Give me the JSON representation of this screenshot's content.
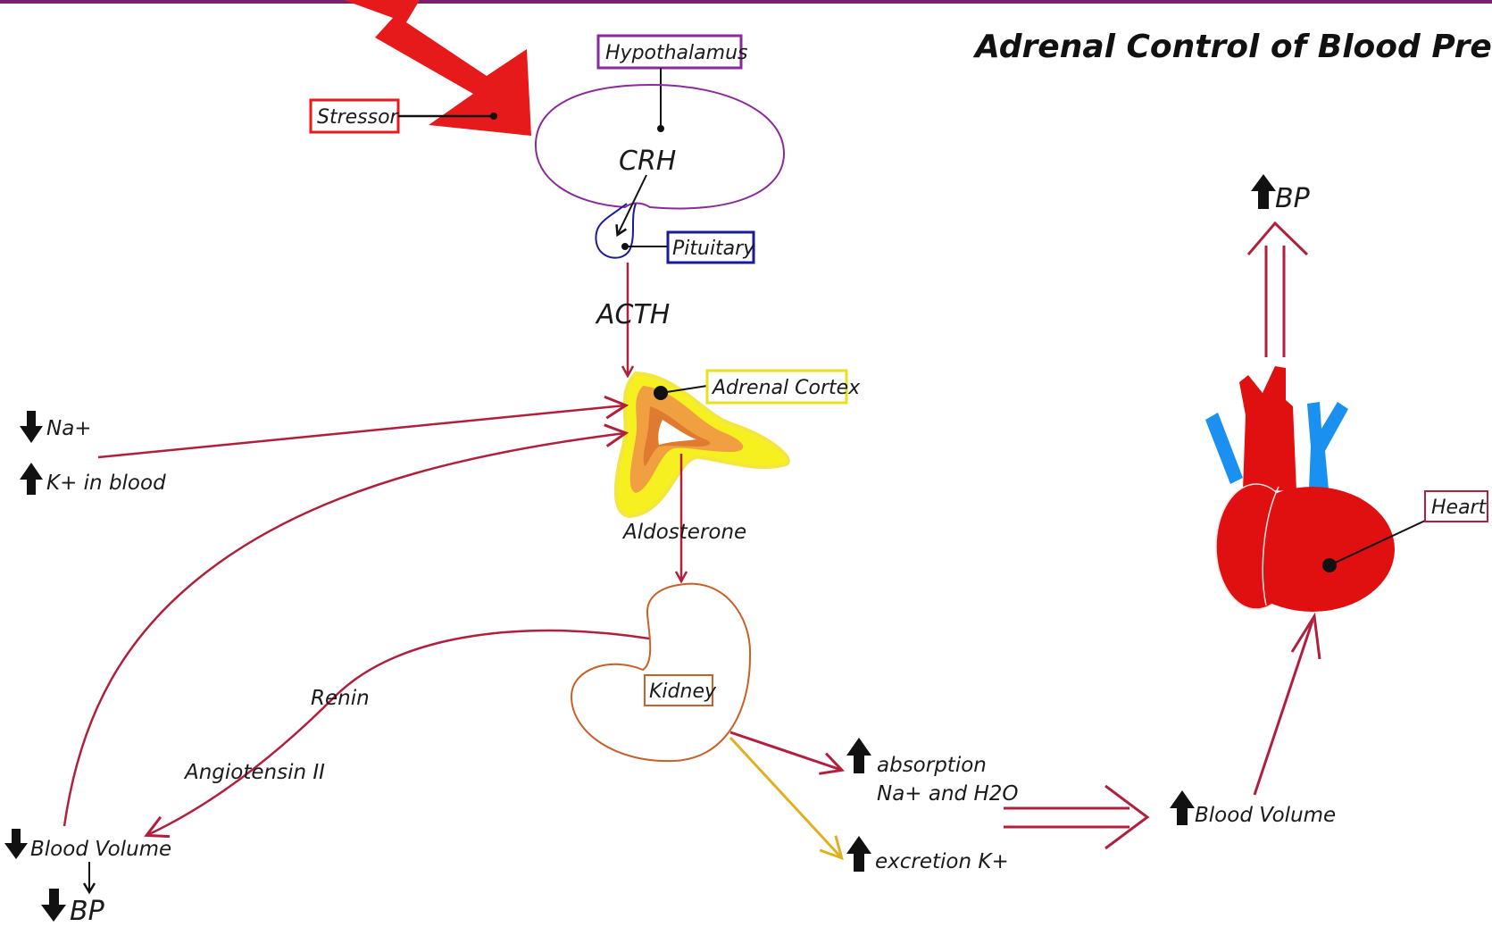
{
  "title": "Adrenal Control of Blood Pressu",
  "labels": {
    "hypothalamus": "Hypothalamus",
    "stressor": "Stressor",
    "crh": "CRH",
    "pituitary": "Pituitary",
    "acth": "ACTH",
    "adrenal_cortex": "Adrenal Cortex",
    "aldosterone": "Aldosterone",
    "kidney": "Kidney",
    "renin": "Renin",
    "angiotensin": "Angiotensin II",
    "na": "Na+",
    "k_blood": "K+ in blood",
    "blood_volume_low": "Blood Volume",
    "bp_low": "BP",
    "absorption_1": "absorption",
    "absorption_2": "Na+ and H2O",
    "excretion": "excretion K+",
    "blood_volume_high": "Blood Volume",
    "bp_high": "BP",
    "heart": "Heart"
  },
  "colors": {
    "arrow": "#b0203c",
    "stressor": "#e61a1a",
    "hypothalamus": "#8a2a9a",
    "pituitary": "#1a1a9a",
    "adrenal_box": "#e8e020",
    "kidney": "#c8602a",
    "excretion_arrow": "#e0b020",
    "heart": "#e01010",
    "vessel": "#1a90f0"
  },
  "icons": {
    "up": "up-arrow-icon",
    "down": "down-arrow-icon"
  }
}
